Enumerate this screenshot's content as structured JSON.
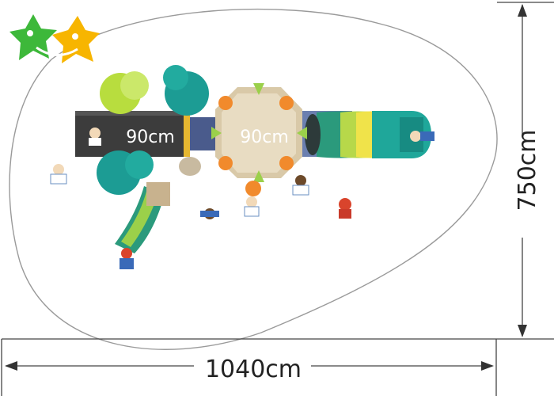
{
  "dimensions": {
    "width_label": "1040cm",
    "height_label": "750cm"
  },
  "platforms": {
    "left_label": "90cm",
    "center_label": "90cm"
  },
  "logo": {
    "icon": "twin-star-logo-icon",
    "colors": [
      "#3db83a",
      "#f7b500"
    ]
  },
  "colors": {
    "boundary": "#9a9a9a",
    "dimension_line": "#444444",
    "platform_dark": "#3c3c3c",
    "roof_tan": "#d9c9a8",
    "tube_yellow": "#f0e34a",
    "tube_teal": "#1fa79a",
    "slide_green": "#2b9a7c",
    "tree_green": "#b8dd3e",
    "tree_teal": "#1c9c94"
  }
}
